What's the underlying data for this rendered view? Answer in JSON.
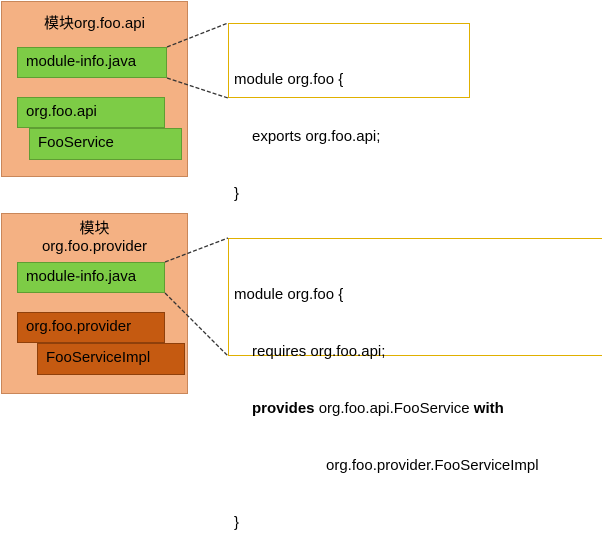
{
  "module_api": {
    "title": "模块org.foo.api",
    "module_info": "module-info.java",
    "package": "org.foo.api",
    "service": "FooService"
  },
  "code_api": {
    "line1": "module org.foo {",
    "line2": "exports org.foo.api;",
    "line3": "}"
  },
  "module_provider": {
    "title_line1": "模块",
    "title_line2": "org.foo.provider",
    "module_info": "module-info.java",
    "package": "org.foo.provider",
    "impl": "FooServiceImpl"
  },
  "code_provider": {
    "line1": "module org.foo {",
    "line2": "requires org.foo.api;",
    "line3_kw1": "provides",
    "line3_mid": " org.foo.api.FooService ",
    "line3_kw2": "with",
    "line4": "org.foo.provider.FooServiceImpl",
    "line5": "}"
  },
  "colors": {
    "module_fill": "#f4b183",
    "green_box": "#7dcc46",
    "brown_box": "#c55a11",
    "code_border": "#e0b000"
  }
}
